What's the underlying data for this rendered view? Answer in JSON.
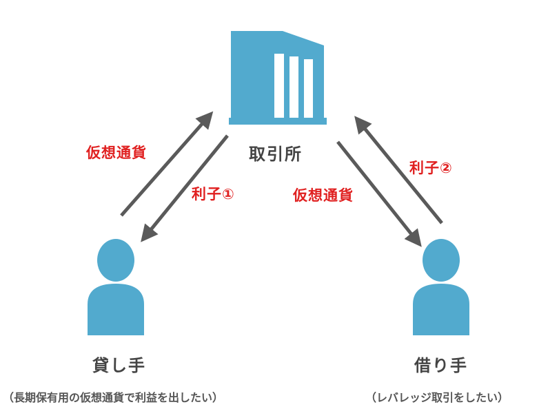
{
  "exchange": {
    "label": "取引所"
  },
  "lender": {
    "label": "貸し手",
    "note": "（長期保有用の仮想通貨で利益を出したい）"
  },
  "borrower": {
    "label": "借り手",
    "note": "（レバレッジ取引をしたい）"
  },
  "flows": {
    "lender_to_exchange": "仮想通貨",
    "exchange_to_lender": "利子①",
    "exchange_to_borrower": "仮想通貨",
    "borrower_to_exchange": "利子②"
  },
  "colors": {
    "icon_blue": "#52aace",
    "arrow_gray": "#5a5a5a",
    "flow_label_red": "#e02020"
  },
  "icons": {
    "exchange": "building-icon",
    "lender": "person-icon",
    "borrower": "person-icon"
  }
}
